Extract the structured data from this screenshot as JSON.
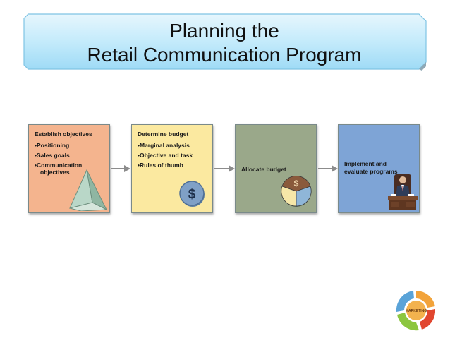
{
  "title": {
    "line1": "Planning the",
    "line2": "Retail Communication Program"
  },
  "steps": [
    {
      "heading": "Establish objectives",
      "bullets": [
        "Positioning",
        "Sales goals",
        "Communication objectives"
      ],
      "icon": "pyramid-icon",
      "color": "#f4b48e"
    },
    {
      "heading": "Determine budget",
      "bullets": [
        "Marginal analysis",
        "Objective and task",
        "Rules of thumb"
      ],
      "icon": "dollar-coin-icon",
      "icon_text": "$",
      "color": "#fbe9a0"
    },
    {
      "heading": "Allocate budget",
      "bullets": [],
      "icon": "pie-allocation-icon",
      "icon_text": "$",
      "color": "#9aa88a"
    },
    {
      "heading": "Implement and evaluate programs",
      "heading_lines": [
        "Implement and",
        "evaluate programs"
      ],
      "bullets": [],
      "icon": "businessman-at-desk-icon",
      "color": "#7ea4d6"
    }
  ],
  "logo": {
    "center_text": "MARKETING",
    "icon": "marketing-mix-cycle-icon"
  }
}
